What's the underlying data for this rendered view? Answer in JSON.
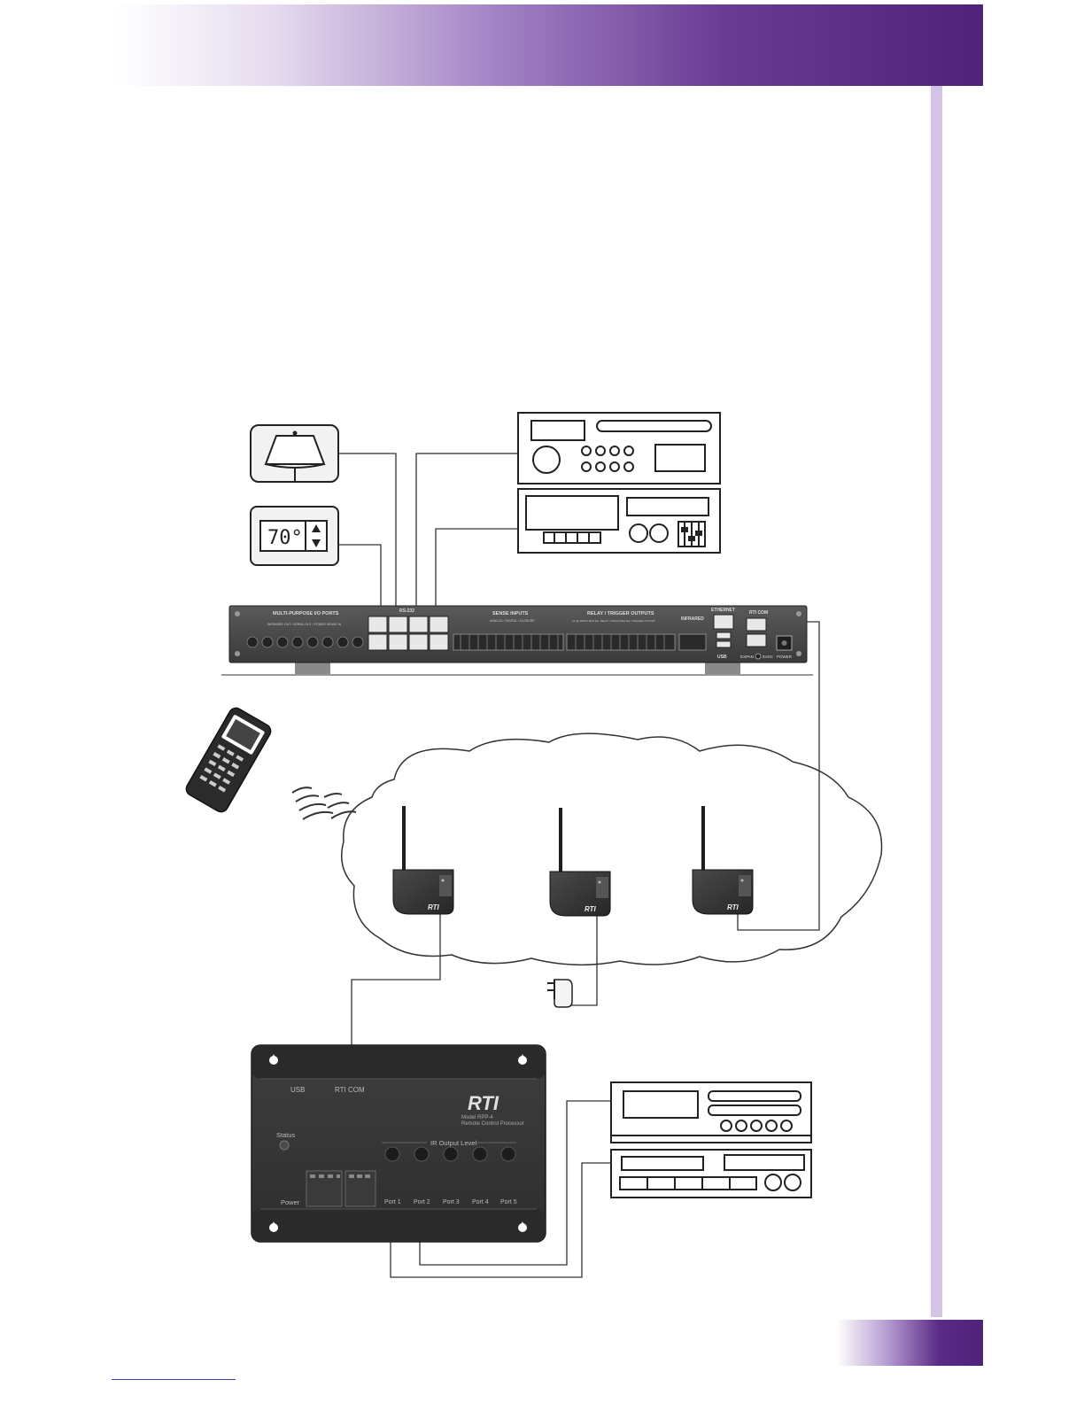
{
  "colors": {
    "brand_purple": "#4f237a",
    "light_purple": "#d4c3e6",
    "device_dark": "#3c3c3c",
    "line": "#333333"
  },
  "thermostat": {
    "display": "70°"
  },
  "rack_processor": {
    "multi_purpose_title": "MULTI-PURPOSE I/O PORTS",
    "multi_purpose_sub": "INFRARED OUT / SERIAL OUT / POWER SENSE IN",
    "rs232_title": "RS-232",
    "sense_title": "SENSE INPUTS",
    "sense_sub": "ANALOG / DIGITAL / CLOSURE",
    "relay_title": "RELAY / TRIGGER OUTPUTS",
    "relay_sub": "1A @ 30VDC MAX EA. RELAY / 100mA MAX EA. TRIGGER OUTPUT",
    "infrared_title": "INFRARED",
    "ethernet_title": "ETHERNET",
    "usb_label": "USB",
    "rticom_title": "RTI COM",
    "expan_label": "EXPAN",
    "power_label": "POWER",
    "dc_label": "5VDC"
  },
  "rf_modules": {
    "logo": "RTI"
  },
  "rpp4": {
    "usb_label": "USB",
    "rticom_label": "RTI COM",
    "logo": "RTI",
    "model": "Model RPP-4",
    "subtitle": "Remote Control Processor",
    "status_label": "Status",
    "ir_output_label": "IR Output Level",
    "power_label": "Power",
    "ports": [
      "Port 1",
      "Port 2",
      "Port 3",
      "Port 4",
      "Port 5"
    ]
  }
}
